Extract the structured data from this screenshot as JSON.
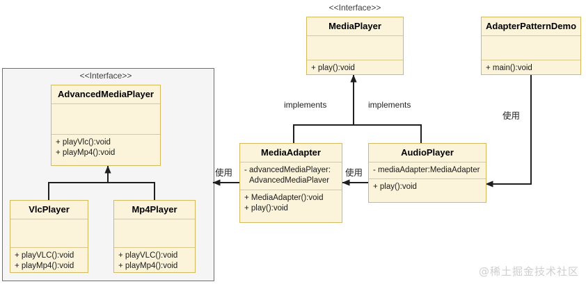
{
  "diagram": {
    "title": "Adapter Pattern UML Class Diagram",
    "colors": {
      "box_fill": "#fbf4da",
      "box_border": "#d4b95e",
      "panel_fill": "#f5f5f5",
      "panel_border": "#6e6e6e",
      "line": "#1f1f1f",
      "text": "#000000"
    }
  },
  "group_panel": {
    "name": "advanced-media-player-group"
  },
  "classes": {
    "media_player": {
      "stereotype": "<<Interface>>",
      "name": "MediaPlayer",
      "attributes": [],
      "methods": [
        "+ play():void"
      ]
    },
    "adapter_pattern_demo": {
      "stereotype": "",
      "name": "AdapterPatternDemo",
      "attributes": [],
      "methods": [
        "+ main():void"
      ]
    },
    "advanced_media_player": {
      "stereotype": "<<Interface>>",
      "name": "AdvancedMediaPlayer",
      "attributes": [],
      "methods": [
        "+ playVlc():void",
        "+ playMp4():void"
      ]
    },
    "media_adapter": {
      "stereotype": "",
      "name": "MediaAdapter",
      "attributes": [
        "- advancedMediaPlayer:",
        "AdvancedMediaPlaver"
      ],
      "methods": [
        "+ MediaAdapter():void",
        "+ play():void"
      ]
    },
    "audio_player": {
      "stereotype": "",
      "name": "AudioPlayer",
      "attributes": [
        "- mediaAdapter:MediaAdapter"
      ],
      "methods": [
        "+ play():void"
      ]
    },
    "vlc_player": {
      "stereotype": "",
      "name": "VlcPlayer",
      "attributes": [],
      "methods": [
        "+ playVLC():void",
        "+ playMp4():void"
      ]
    },
    "mp4_player": {
      "stereotype": "",
      "name": "Mp4Player",
      "attributes": [],
      "methods": [
        "+ playVLC():void",
        "+ playMp4():void"
      ]
    }
  },
  "edges": {
    "implements_left": "implements",
    "implements_right": "implements",
    "uses_adapter_to_advanced": "使用",
    "uses_audio_to_adapter": "使用",
    "uses_demo_to_audio": "使用"
  },
  "watermark": {
    "text": "@稀土掘金技术社区"
  }
}
